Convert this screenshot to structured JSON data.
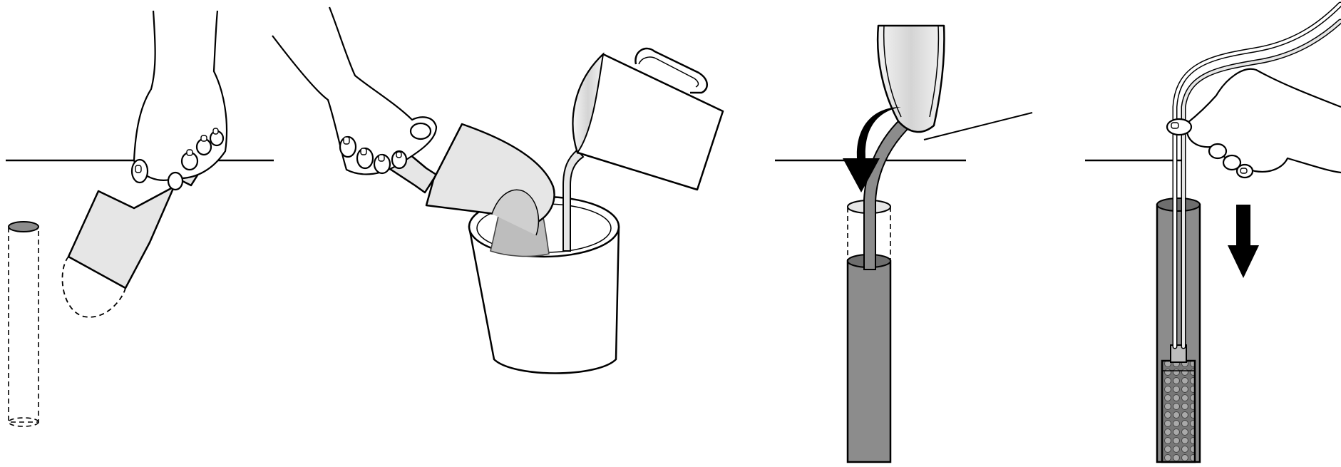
{
  "colors": {
    "line": "#000000",
    "light_fill": "#e6e6e6",
    "mid_fill": "#bdbdbd",
    "dark_fill": "#8c8c8c",
    "darker_fill": "#6e6e6e",
    "white": "#ffffff"
  },
  "panels": [
    {
      "id": "panel-1",
      "icons": [
        "hand-icon",
        "trowel-icon",
        "dashed-hole-tube-icon"
      ]
    },
    {
      "id": "panel-2",
      "icons": [
        "hand-icon",
        "trowel-icon",
        "soil-icon",
        "pitcher-icon",
        "bucket-icon",
        "water-stream-icon"
      ]
    },
    {
      "id": "panel-3",
      "icons": [
        "bucket-spout-icon",
        "curved-arrow-icon",
        "slurry-stream-icon",
        "filled-hole-icon"
      ]
    },
    {
      "id": "panel-4",
      "icons": [
        "hand-icon",
        "tubing-icon",
        "down-arrow-icon",
        "sampler-probe-icon",
        "filled-hole-icon"
      ]
    }
  ]
}
